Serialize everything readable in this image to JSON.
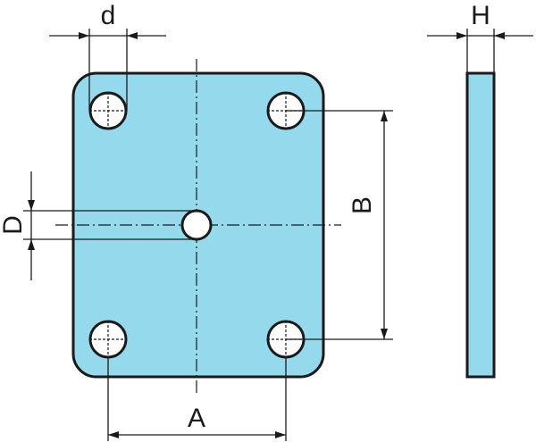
{
  "drawing": {
    "plate_color": "#95d9ec",
    "line_color": "#1a1a1a",
    "background": "#ffffff",
    "dimensions": {
      "width_spacing": "A",
      "height_spacing": "B",
      "hole_diameter": "d",
      "center_hole_diameter": "D",
      "thickness": "H"
    }
  }
}
